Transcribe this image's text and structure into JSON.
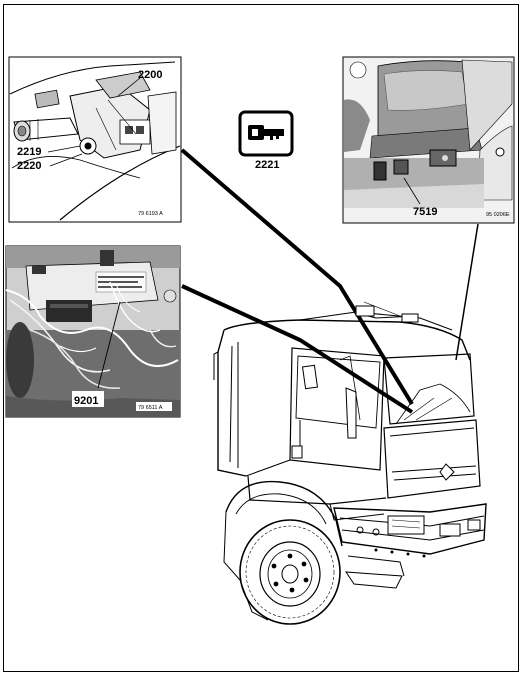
{
  "callouts": {
    "ignition_switch": "2200",
    "connector_a": "2219",
    "connector_b": "2220",
    "key_symbol": "2221",
    "ecu": "9201",
    "floor_component": "7519"
  },
  "figure_refs": {
    "ignition_panel": "79 6193 A",
    "ecu_panel": "79 6511 A",
    "cab_panel": "95 0206E"
  },
  "icons": {
    "key_icon": "key-icon"
  }
}
